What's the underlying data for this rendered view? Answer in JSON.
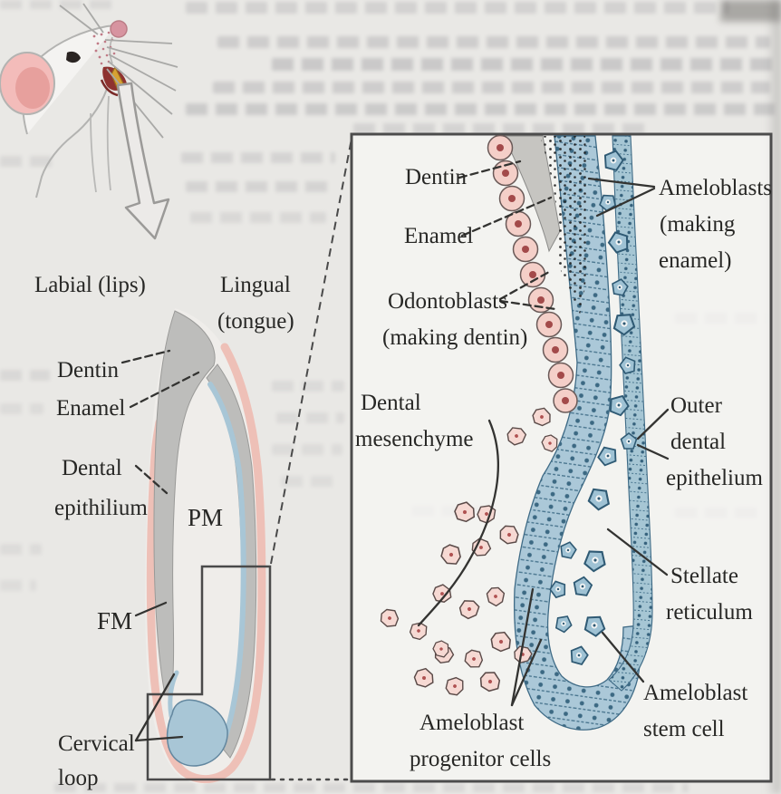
{
  "figure": {
    "subject": "mouse incisor tooth development",
    "left_diagram": {
      "labial": "Labial (lips)",
      "lingual": [
        "Lingual",
        "(tongue)"
      ],
      "dentin": "Dentin",
      "enamel": "Enamel",
      "dental_epithelium": [
        "Dental",
        "epithilium"
      ],
      "pm": "PM",
      "fm": "FM",
      "cervical_loop": [
        "Cervical",
        "loop"
      ]
    },
    "right_panel": {
      "dentin": "Dentin",
      "enamel": "Enamel",
      "odontoblasts": [
        "Odontoblasts",
        "(making dentin)"
      ],
      "ameloblasts": [
        "Ameloblasts",
        "(making",
        "enamel)"
      ],
      "dental_mesenchyme": [
        "Dental",
        "mesenchyme"
      ],
      "outer_dental_epithelium": [
        "Outer",
        "dental",
        "epithelium"
      ],
      "stellate_reticulum": [
        "Stellate",
        "reticulum"
      ],
      "ameloblast_stem_cell": [
        "Ameloblast",
        "stem cell"
      ],
      "ameloblast_progenitor_cells": [
        "Ameloblast",
        "progenitor cells"
      ]
    },
    "colors": {
      "page_background": "#e9e8e5",
      "dentin_gray": "#c3c2bf",
      "epithelium_blue": "#abc8d8",
      "mesenchyme_pink": "#f6d9d3",
      "odontoblast_pink": "#f4cfc8",
      "follicle_pink_band": "#eec0b7",
      "line_dark": "#333331"
    }
  }
}
